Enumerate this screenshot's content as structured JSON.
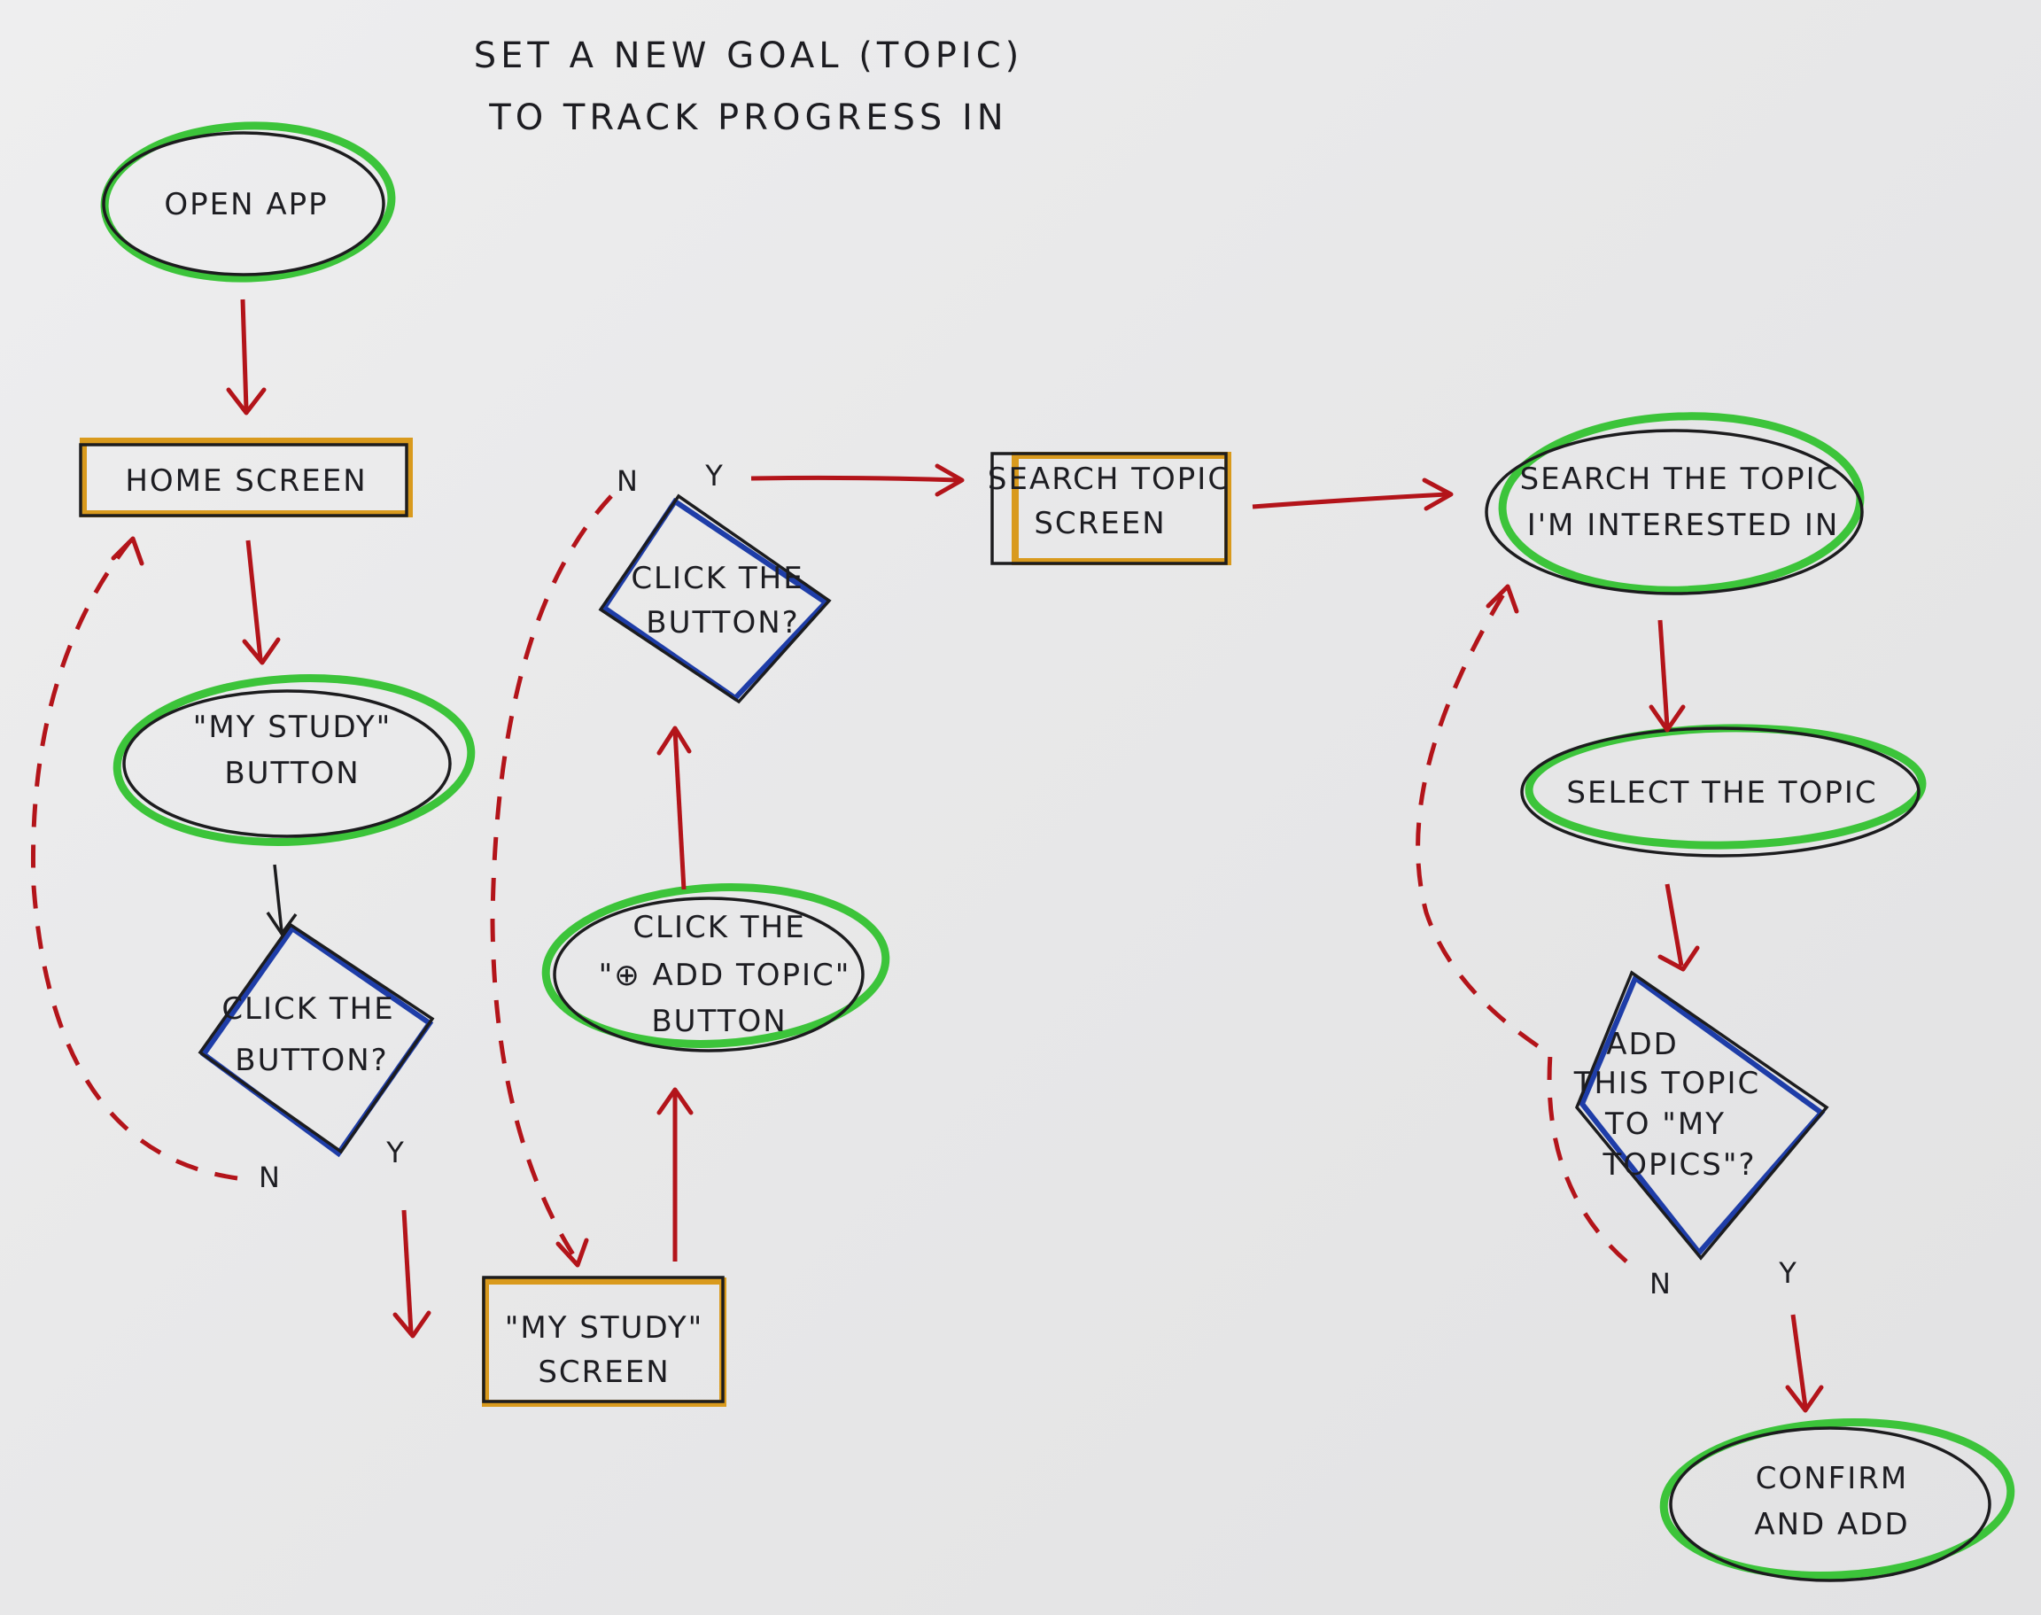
{
  "title": {
    "line1": "SET A NEW GOAL (TOPIC)",
    "line2": "TO TRACK PROGRESS IN"
  },
  "nodes": {
    "open_app": "OPEN APP",
    "home_screen": "HOME SCREEN",
    "my_study_button": {
      "line1": "\"MY STUDY\"",
      "line2": "BUTTON"
    },
    "click_button_1": {
      "line1": "CLICK THE",
      "line2": "BUTTON?"
    },
    "my_study_screen": {
      "line1": "\"MY STUDY\"",
      "line2": "SCREEN"
    },
    "click_add_topic": {
      "line1": "CLICK THE",
      "line2": "\"⊕ ADD TOPIC\"",
      "line3": "BUTTON"
    },
    "click_button_2": {
      "line1": "CLICK THE",
      "line2": "BUTTON?"
    },
    "search_topic_screen": {
      "line1": "SEARCH TOPIC",
      "line2": "SCREEN"
    },
    "search_interested": {
      "line1": "SEARCH THE TOPIC",
      "line2": "I'M INTERESTED IN"
    },
    "select_topic": "SELECT THE TOPIC",
    "add_to_my_topics": {
      "line1": "ADD",
      "line2": "THIS TOPIC",
      "line3": "TO \"MY",
      "line4": "TOPICS\"?"
    },
    "confirm_add": {
      "line1": "CONFIRM",
      "line2": "AND ADD"
    }
  },
  "labels": {
    "d1_no": "N",
    "d1_yes": "Y",
    "d2_no": "N",
    "d2_yes": "Y",
    "d3_no": "N",
    "d3_yes": "Y"
  },
  "colors": {
    "paper": "#e9e9ea",
    "ink": "#1c1c1e",
    "start_end_highlight": "#3cc43a",
    "screen_highlight": "#d99a1d",
    "decision_highlight": "#1e3da8",
    "arrow": "#b3141a"
  }
}
